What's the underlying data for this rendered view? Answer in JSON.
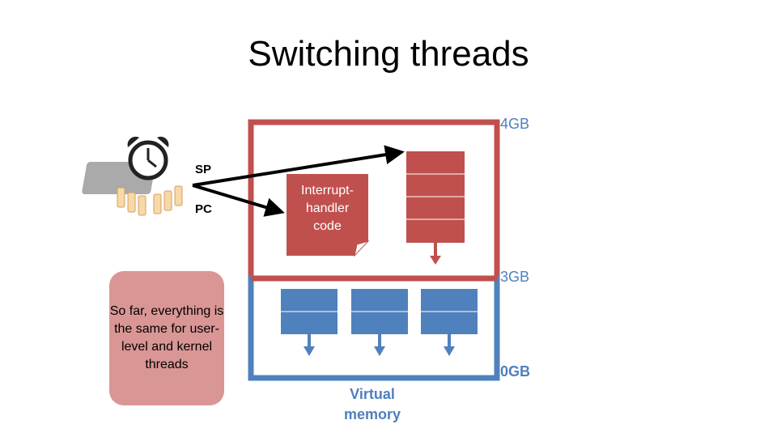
{
  "title": "Switching threads",
  "labels": {
    "gb4": "4GB",
    "gb3": "3GB",
    "gb0": "0GB",
    "sp": "SP",
    "pc": "PC"
  },
  "interrupt_handler": {
    "line1": "Interrupt-",
    "line2": "handler",
    "line3": "code"
  },
  "note": "So far, everything is the same for user-level and kernel threads",
  "virtual_memory": {
    "line1": "Virtual",
    "line2": "memory"
  },
  "colors": {
    "kernel": "#c0504d",
    "user": "#4f81bd",
    "note": "#d99694",
    "label": "#4f7fbe"
  },
  "icons": [
    "alarm-clock-chip-icon"
  ]
}
